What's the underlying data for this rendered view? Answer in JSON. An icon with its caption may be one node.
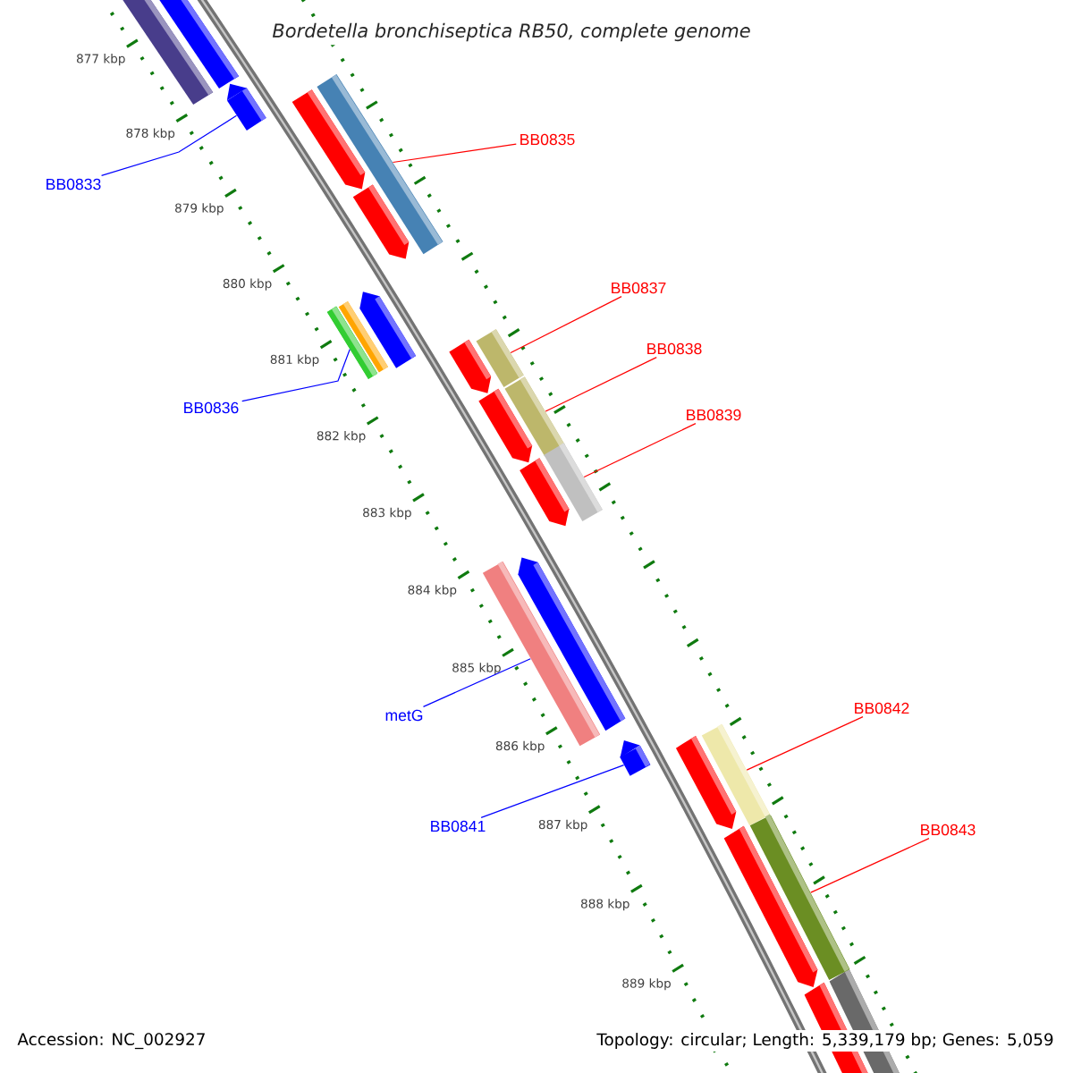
{
  "diagram": {
    "title": "*Bordetella bronchiseptica* RB50, complete genome",
    "nodes": [
      {
        "text": [
          "BB0833"
        ]
      },
      {
        "text": [
          "BB0835"
        ]
      },
      {
        "text": [
          "BB0836"
        ]
      },
      {
        "text": [
          "BB0837"
        ]
      },
      {
        "text": [
          "BB0838"
        ]
      },
      {
        "text": [
          "BB0839"
        ]
      },
      {
        "text": [
          "metG"
        ]
      },
      {
        "text": [
          "BB0841"
        ]
      },
      {
        "text": [
          "BB0842"
        ]
      },
      {
        "text": [
          "BB0843"
        ]
      },
      {
        "text": [],
        "shape": "arrow"
      },
      {
        "text": [],
        "shape": "bar"
      },
      {
        "text": [],
        "shape": "bar"
      },
      {
        "text": [],
        "shape": "bar"
      },
      {
        "text": [],
        "shape": "bar"
      },
      {
        "text": [],
        "shape": "bar"
      },
      {
        "text": [],
        "shape": "bar"
      },
      {
        "text": [],
        "shape": "arrow"
      },
      {
        "text": [],
        "shape": "bar"
      },
      {
        "text": [],
        "shape": "bar"
      }
    ],
    "edges": [
      {
        "from": 0,
        "to": 10,
        "arrow": "none",
        "color": "#0000ff"
      },
      {
        "from": 1,
        "to": 11,
        "arrow": "none"
      },
      {
        "from": 2,
        "to": 12,
        "arrow": "none",
        "color": "#0000ff"
      },
      {
        "from": 3,
        "to": 13,
        "arrow": "none"
      },
      {
        "from": 4,
        "to": 14,
        "arrow": "none"
      },
      {
        "from": 5,
        "to": 15,
        "arrow": "none"
      },
      {
        "from": 6,
        "to": 16,
        "arrow": "none",
        "color": "#0000ff"
      },
      {
        "from": 7,
        "to": 17,
        "arrow": "none",
        "color": "#0000ff"
      },
      {
        "from": 8,
        "to": 18,
        "arrow": "none"
      },
      {
        "from": 9,
        "to": 19,
        "arrow": "none"
      }
    ],
    "labels": [
      "877 kbp",
      "878 kbp",
      "879 kbp",
      "880 kbp",
      "881 kbp",
      "882 kbp",
      "883 kbp",
      "884 kbp",
      "885 kbp",
      "886 kbp",
      "887 kbp",
      "888 kbp",
      "889 kbp",
      "Accession: NC_002927",
      "Topology: circular; Length: 5,339,179 bp; Genes: 5,059"
    ]
  }
}
